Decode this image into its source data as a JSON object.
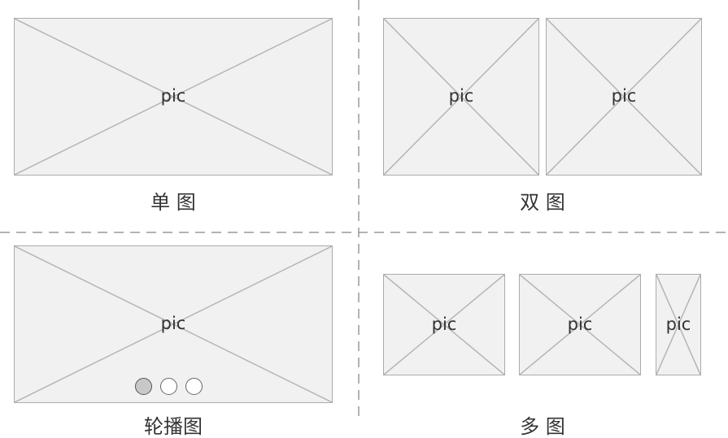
{
  "placeholder_label": "pic",
  "sections": [
    {
      "caption": "单 图"
    },
    {
      "caption": "双 图"
    },
    {
      "caption": "轮播图",
      "carousel_active_index": 0
    },
    {
      "caption": "多 图"
    }
  ],
  "colors": {
    "placeholder_fill": "#f1f1f1",
    "placeholder_border": "#ababab",
    "divider": "#9a9a9a",
    "text": "#333333",
    "dot_active": "#c8c8c8"
  }
}
